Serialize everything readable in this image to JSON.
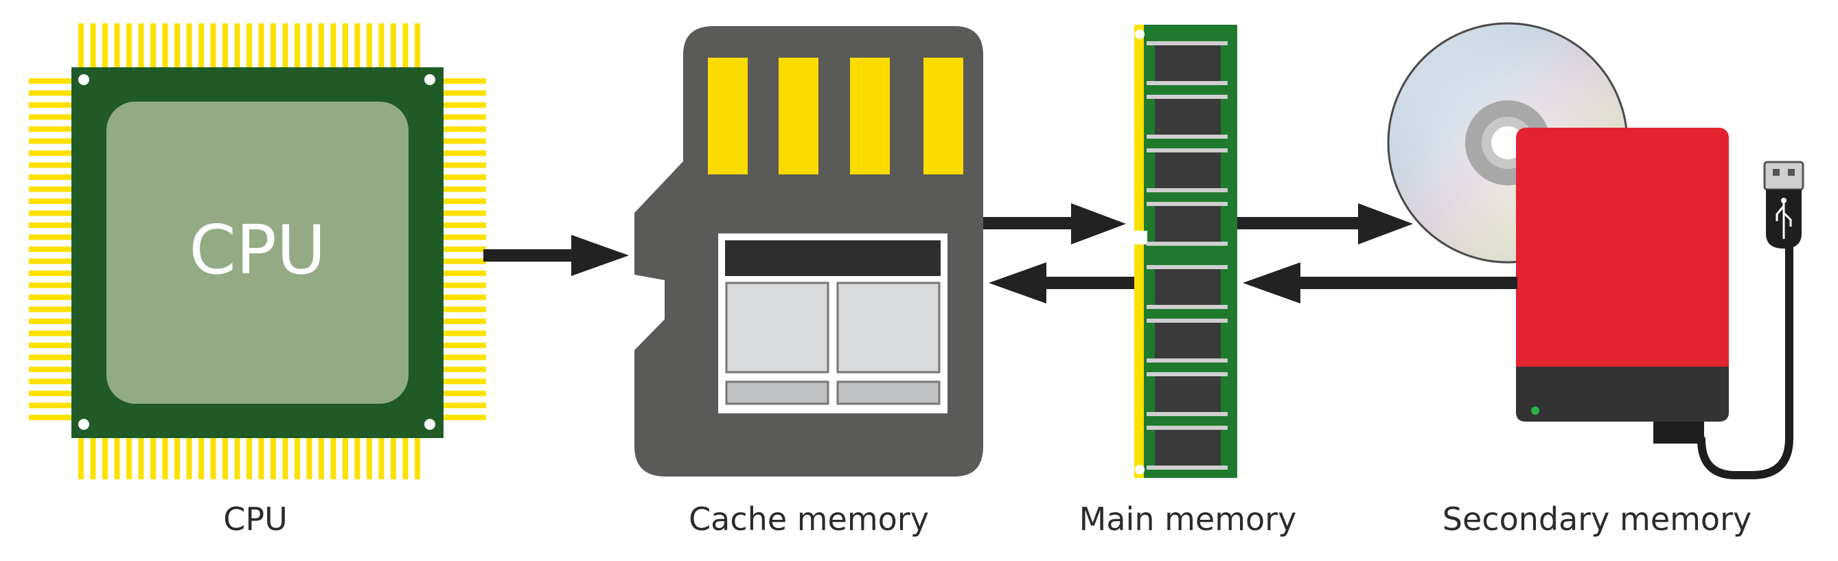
{
  "components": {
    "cpu": {
      "chip_text": "CPU",
      "caption": "CPU"
    },
    "cache": {
      "caption": "Cache memory"
    },
    "main": {
      "caption": "Main memory"
    },
    "secondary": {
      "caption": "Secondary memory"
    }
  },
  "colors": {
    "pin_yellow": "#FDE000",
    "chip_green_dark": "#1F5A27",
    "chip_green_light": "#93AB85",
    "card_gray": "#5A5A58",
    "card_contacts": "#FCDC00",
    "pcb_green": "#1F7A2E",
    "ram_chip": "#3A3A3A",
    "hdd_red": "#E32430",
    "hdd_dark": "#333333",
    "arrow": "#222222"
  },
  "icons": [
    "cpu-chip-icon",
    "memory-card-icon",
    "ram-module-icon",
    "optical-disc-icon",
    "external-hard-drive-icon",
    "usb-plug-icon"
  ]
}
